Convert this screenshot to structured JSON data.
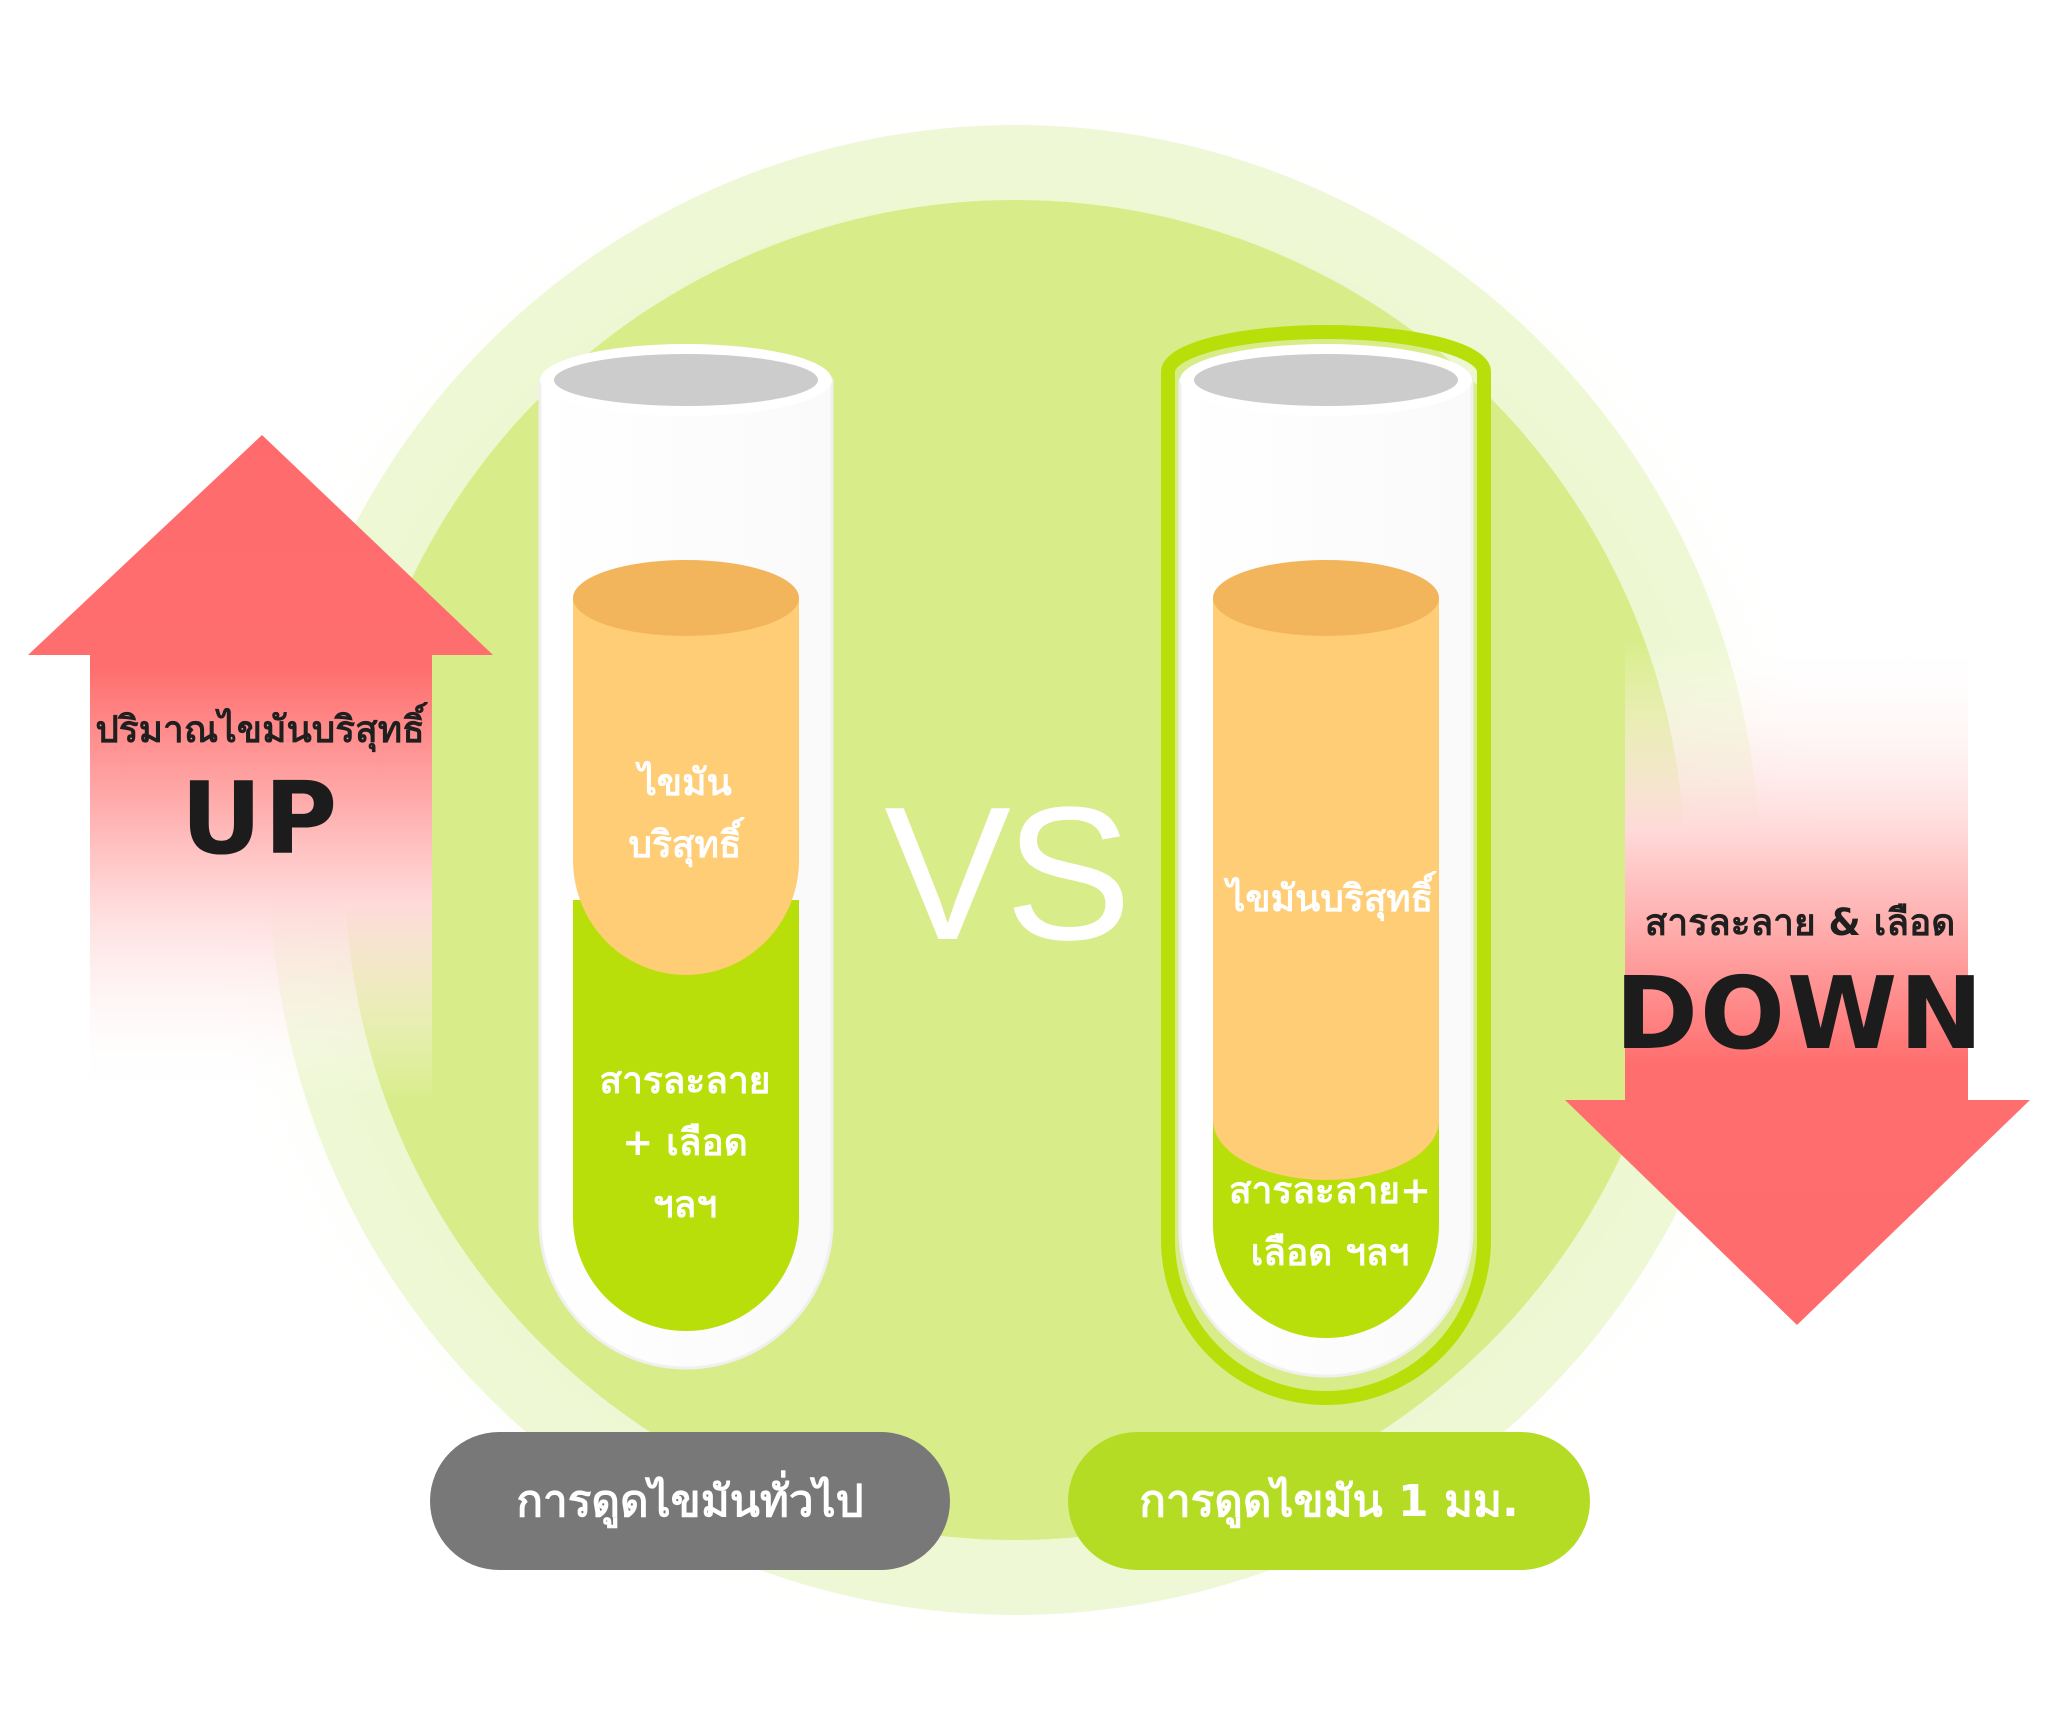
{
  "colors": {
    "circle_outer": "#eef6d4",
    "circle_inner": "#d9ec8a",
    "arrow": "#ff6b6d",
    "fat_top": "#f2b55c",
    "fat": "#fecd76",
    "solution": "#b8df0a",
    "tube_cap": "#cccccc",
    "pill_gray": "#787878",
    "pill_green": "#b5dc24"
  },
  "left_arrow": {
    "icon": "arrow-up-icon",
    "caption": "ปริมาณไขมันบริสุทธิ์",
    "big": "UP"
  },
  "right_arrow": {
    "icon": "arrow-down-icon",
    "caption": "สารละลาย & เลือด",
    "big": "DOWN"
  },
  "vs": "VS",
  "tube_left": {
    "fat_label_line1": "ไขมัน",
    "fat_label_line2": "บริสุทธิ์",
    "solution_line1": "สารละลาย",
    "solution_line2": "+ เลือด",
    "solution_line3": "ฯลฯ",
    "button": "การดูดไขมันทั่วไป"
  },
  "tube_right": {
    "fat_label": "ไขมันบริสุทธิ์",
    "solution_line1": "สารละลาย+",
    "solution_line2": "เลือด ฯลฯ",
    "button": "การดูดไขมัน 1 มม."
  }
}
